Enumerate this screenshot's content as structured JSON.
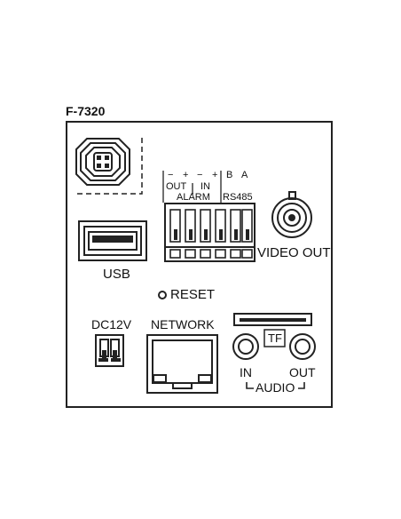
{
  "model": "F-7320",
  "connectors": {
    "alarm": {
      "out_label": "OUT",
      "in_label": "IN",
      "alarm_label": "ALARM",
      "rs485_label": "RS485",
      "minus": "−",
      "plus": "+",
      "b": "B",
      "a": "A"
    },
    "video_out": "VIDEO OUT",
    "usb": "USB",
    "reset": "RESET",
    "dc": "DC12V",
    "network": "NETWORK",
    "tf": "TF",
    "audio_in": "IN",
    "audio_out": "OUT",
    "audio": "AUDIO"
  },
  "colors": {
    "line": "#222222",
    "background": "#ffffff"
  }
}
